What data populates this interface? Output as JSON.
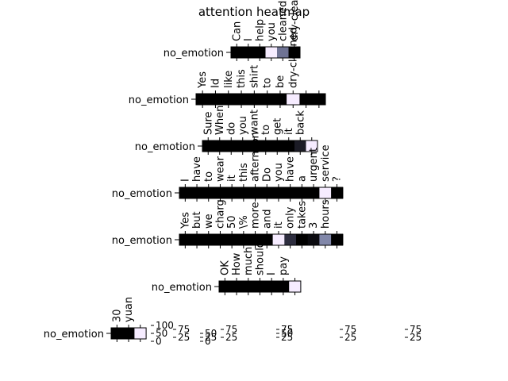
{
  "title": "attention heatmap",
  "chart_data": {
    "type": "heatmap",
    "title": "attention heatmap",
    "colormap": "bone",
    "rows": [
      {
        "label": "no_emotion",
        "tokens": [
          "Can",
          "I",
          "help",
          "you",
          "cleaned",
          "dry-cleaned"
        ],
        "values": [
          0,
          0,
          0,
          100,
          50,
          0
        ],
        "colorbar_ticks": [
          0,
          50,
          100
        ]
      },
      {
        "label": "no_emotion",
        "tokens": [
          "Yes",
          "Id",
          "like",
          "this",
          "shirt",
          "to",
          "be",
          "dry-cleaned",
          "",
          ""
        ],
        "values": [
          0,
          0,
          0,
          0,
          0,
          0,
          0,
          100,
          0,
          0
        ],
        "colorbar_ticks": [
          25,
          75
        ]
      },
      {
        "label": "no_emotion",
        "tokens": [
          "Sure",
          "When",
          "do",
          "you",
          "want",
          "to",
          "get",
          "it",
          "back",
          ""
        ],
        "values": [
          0,
          0,
          0,
          0,
          0,
          0,
          0,
          0,
          12,
          100
        ],
        "colorbar_ticks": [
          0,
          25,
          50
        ]
      },
      {
        "label": "no_emotion",
        "tokens": [
          "I",
          "have",
          "to",
          "wear",
          "it",
          "this",
          "afternoon",
          "Do",
          "you",
          "have",
          "a",
          "urgent",
          "service",
          "?"
        ],
        "values": [
          0,
          0,
          0,
          0,
          0,
          0,
          0,
          0,
          0,
          0,
          0,
          0,
          100,
          0
        ],
        "colorbar_ticks": [
          25,
          75
        ]
      },
      {
        "label": "no_emotion",
        "tokens": [
          "Yes",
          "but",
          "we",
          "charge",
          "50",
          "\\%",
          "more",
          "and",
          "it",
          "only",
          "takes",
          "3",
          "hours",
          ""
        ],
        "values": [
          0,
          0,
          0,
          0,
          0,
          0,
          0,
          0,
          100,
          20,
          0,
          5,
          58,
          0
        ],
        "colorbar_ticks": [
          25,
          50,
          75
        ]
      },
      {
        "label": "no_emotion",
        "tokens": [
          "OK",
          "How",
          "much",
          "should",
          "I",
          "pay",
          ""
        ],
        "values": [
          0,
          0,
          0,
          0,
          0,
          0,
          100
        ],
        "colorbar_ticks": [
          25,
          75
        ]
      },
      {
        "label": "no_emotion",
        "tokens": [
          "30",
          "yuan",
          ""
        ],
        "values": [
          0,
          0,
          100
        ],
        "colorbar_ticks": [
          25,
          75
        ]
      }
    ]
  }
}
